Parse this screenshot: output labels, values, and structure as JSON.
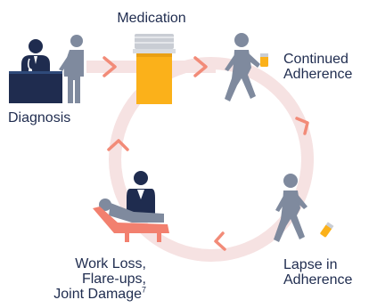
{
  "diagram": {
    "stages": {
      "medication": {
        "label": "Medication"
      },
      "diagnosis": {
        "label": "Diagnosis"
      },
      "continued": {
        "line1": "Continued",
        "line2": "Adherence"
      },
      "lapse": {
        "line1": "Lapse in",
        "line2": "Adherence"
      },
      "workloss": {
        "line1": "Work Loss,",
        "line2": "Flare-ups,",
        "line3": "Joint Damage",
        "footnote": "7"
      }
    },
    "colors": {
      "navy": "#1f2c4f",
      "gray": "#7f8a9e",
      "ring": "#f6e2e2",
      "arrow": "#f28b78",
      "pill_yellow": "#fbb11a",
      "pill_cap": "#c9cdd4",
      "patient_blue": "#2f4a7a",
      "bed_red": "#f2806f"
    },
    "icons": [
      "doctor-at-desk-icon",
      "standing-patient-icon",
      "pill-bottle-icon",
      "walking-person-with-pill-icon",
      "walking-person-dropping-pill-icon",
      "patient-in-bed-icon",
      "cycle-arrow-icon"
    ]
  }
}
